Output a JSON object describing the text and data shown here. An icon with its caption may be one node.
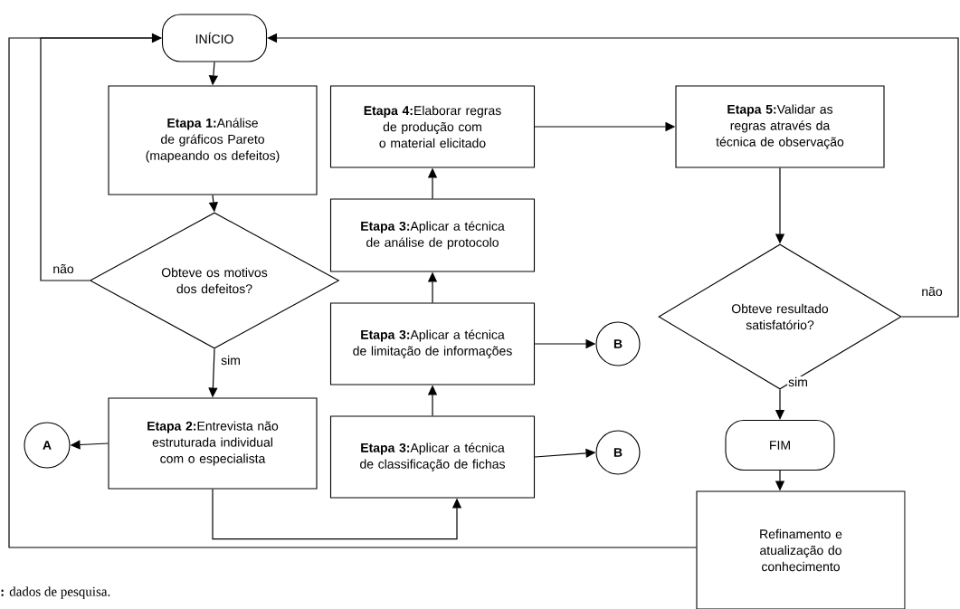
{
  "diagram": {
    "nodes": [
      {
        "text": [
          "INÍCIO"
        ]
      },
      {
        "text": [
          "**Etapa 1:**Análise de gráficos Pareto (mapeando os defeitos)"
        ]
      },
      {
        "text": [
          "Obteve os motivos dos defeitos?"
        ]
      },
      {
        "text": [
          "**Etapa 2:**Entrevista não estruturada individual com o especialista"
        ]
      },
      {
        "text": [
          "A"
        ]
      },
      {
        "text": [
          "**Etapa 4:**Elaborar regras de produção com o material elicitado"
        ]
      },
      {
        "text": [
          "**Etapa 3:**Aplicar a técnica de análise de protocolo"
        ]
      },
      {
        "text": [
          "**Etapa 3:**Aplicar a técnica de limitação de informações"
        ]
      },
      {
        "text": [
          "B"
        ]
      },
      {
        "text": [
          "**Etapa 3:**Aplicar a técnica de classificação de fichas"
        ]
      },
      {
        "text": [
          "B"
        ]
      },
      {
        "text": [
          "**Etapa 5:**Validar as regras através da técnica de observação"
        ]
      },
      {
        "text": [
          "Obteve resultado satisfatório?"
        ]
      },
      {
        "text": [
          "FIM"
        ]
      },
      {
        "text": [
          "Refinamento e atualização do conhecimento"
        ]
      }
    ],
    "edges": [
      {
        "from": 0,
        "to": 1,
        "arrow": "to"
      },
      {
        "from": 1,
        "to": 2,
        "arrow": "to"
      },
      {
        "from": 2,
        "to": 3,
        "arrow": "to",
        "label": "sim"
      },
      {
        "from": 2,
        "to": 0,
        "arrow": "to",
        "label": "não"
      },
      {
        "from": 3,
        "to": 4,
        "arrow": "to"
      },
      {
        "from": 3,
        "to": 9,
        "arrow": "to"
      },
      {
        "from": 9,
        "to": 7,
        "arrow": "to"
      },
      {
        "from": 7,
        "to": 6,
        "arrow": "to"
      },
      {
        "from": 6,
        "to": 5,
        "arrow": "to"
      },
      {
        "from": 9,
        "to": 10,
        "arrow": "to"
      },
      {
        "from": 7,
        "to": 8,
        "arrow": "to"
      },
      {
        "from": 5,
        "to": 11,
        "arrow": "to"
      },
      {
        "from": 11,
        "to": 12,
        "arrow": "to"
      },
      {
        "from": 12,
        "to": 13,
        "arrow": "to",
        "label": "sim"
      },
      {
        "from": 12,
        "to": 0,
        "arrow": "to",
        "label": "não"
      },
      {
        "from": 13,
        "to": 14,
        "arrow": "to"
      },
      {
        "from": 14,
        "to": 0,
        "arrow": "to"
      }
    ],
    "labels": [
      "**:** dados de pesquisa."
    ]
  }
}
